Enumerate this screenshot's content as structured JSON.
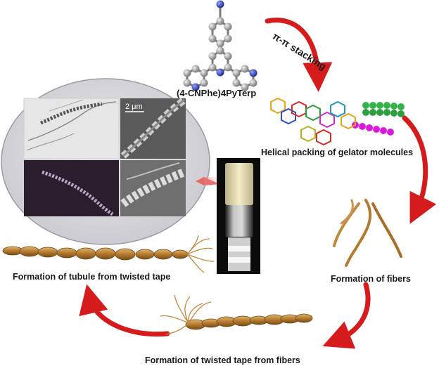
{
  "diagram": {
    "molecule_label": "(4-CNPhe)4PyTerp",
    "stacking_label": "π-π stacking",
    "helical_label": "Helical packing of  gelator molecules",
    "fibers_label": "Formation of fibers",
    "twisted_tape_label": "Formation of twisted tape from fibers",
    "tubule_label": "Formation of tubule from twisted tape",
    "scale_bar": "2 μm"
  },
  "colors": {
    "arrow": "#d51b1b",
    "fiber": "#c08a3e",
    "fiber_dark": "#8a5a1c",
    "molecule_grey": "#9a9a9a",
    "nitrogen_blue": "#2e46b8",
    "circle_fill": "#d9d9de"
  }
}
